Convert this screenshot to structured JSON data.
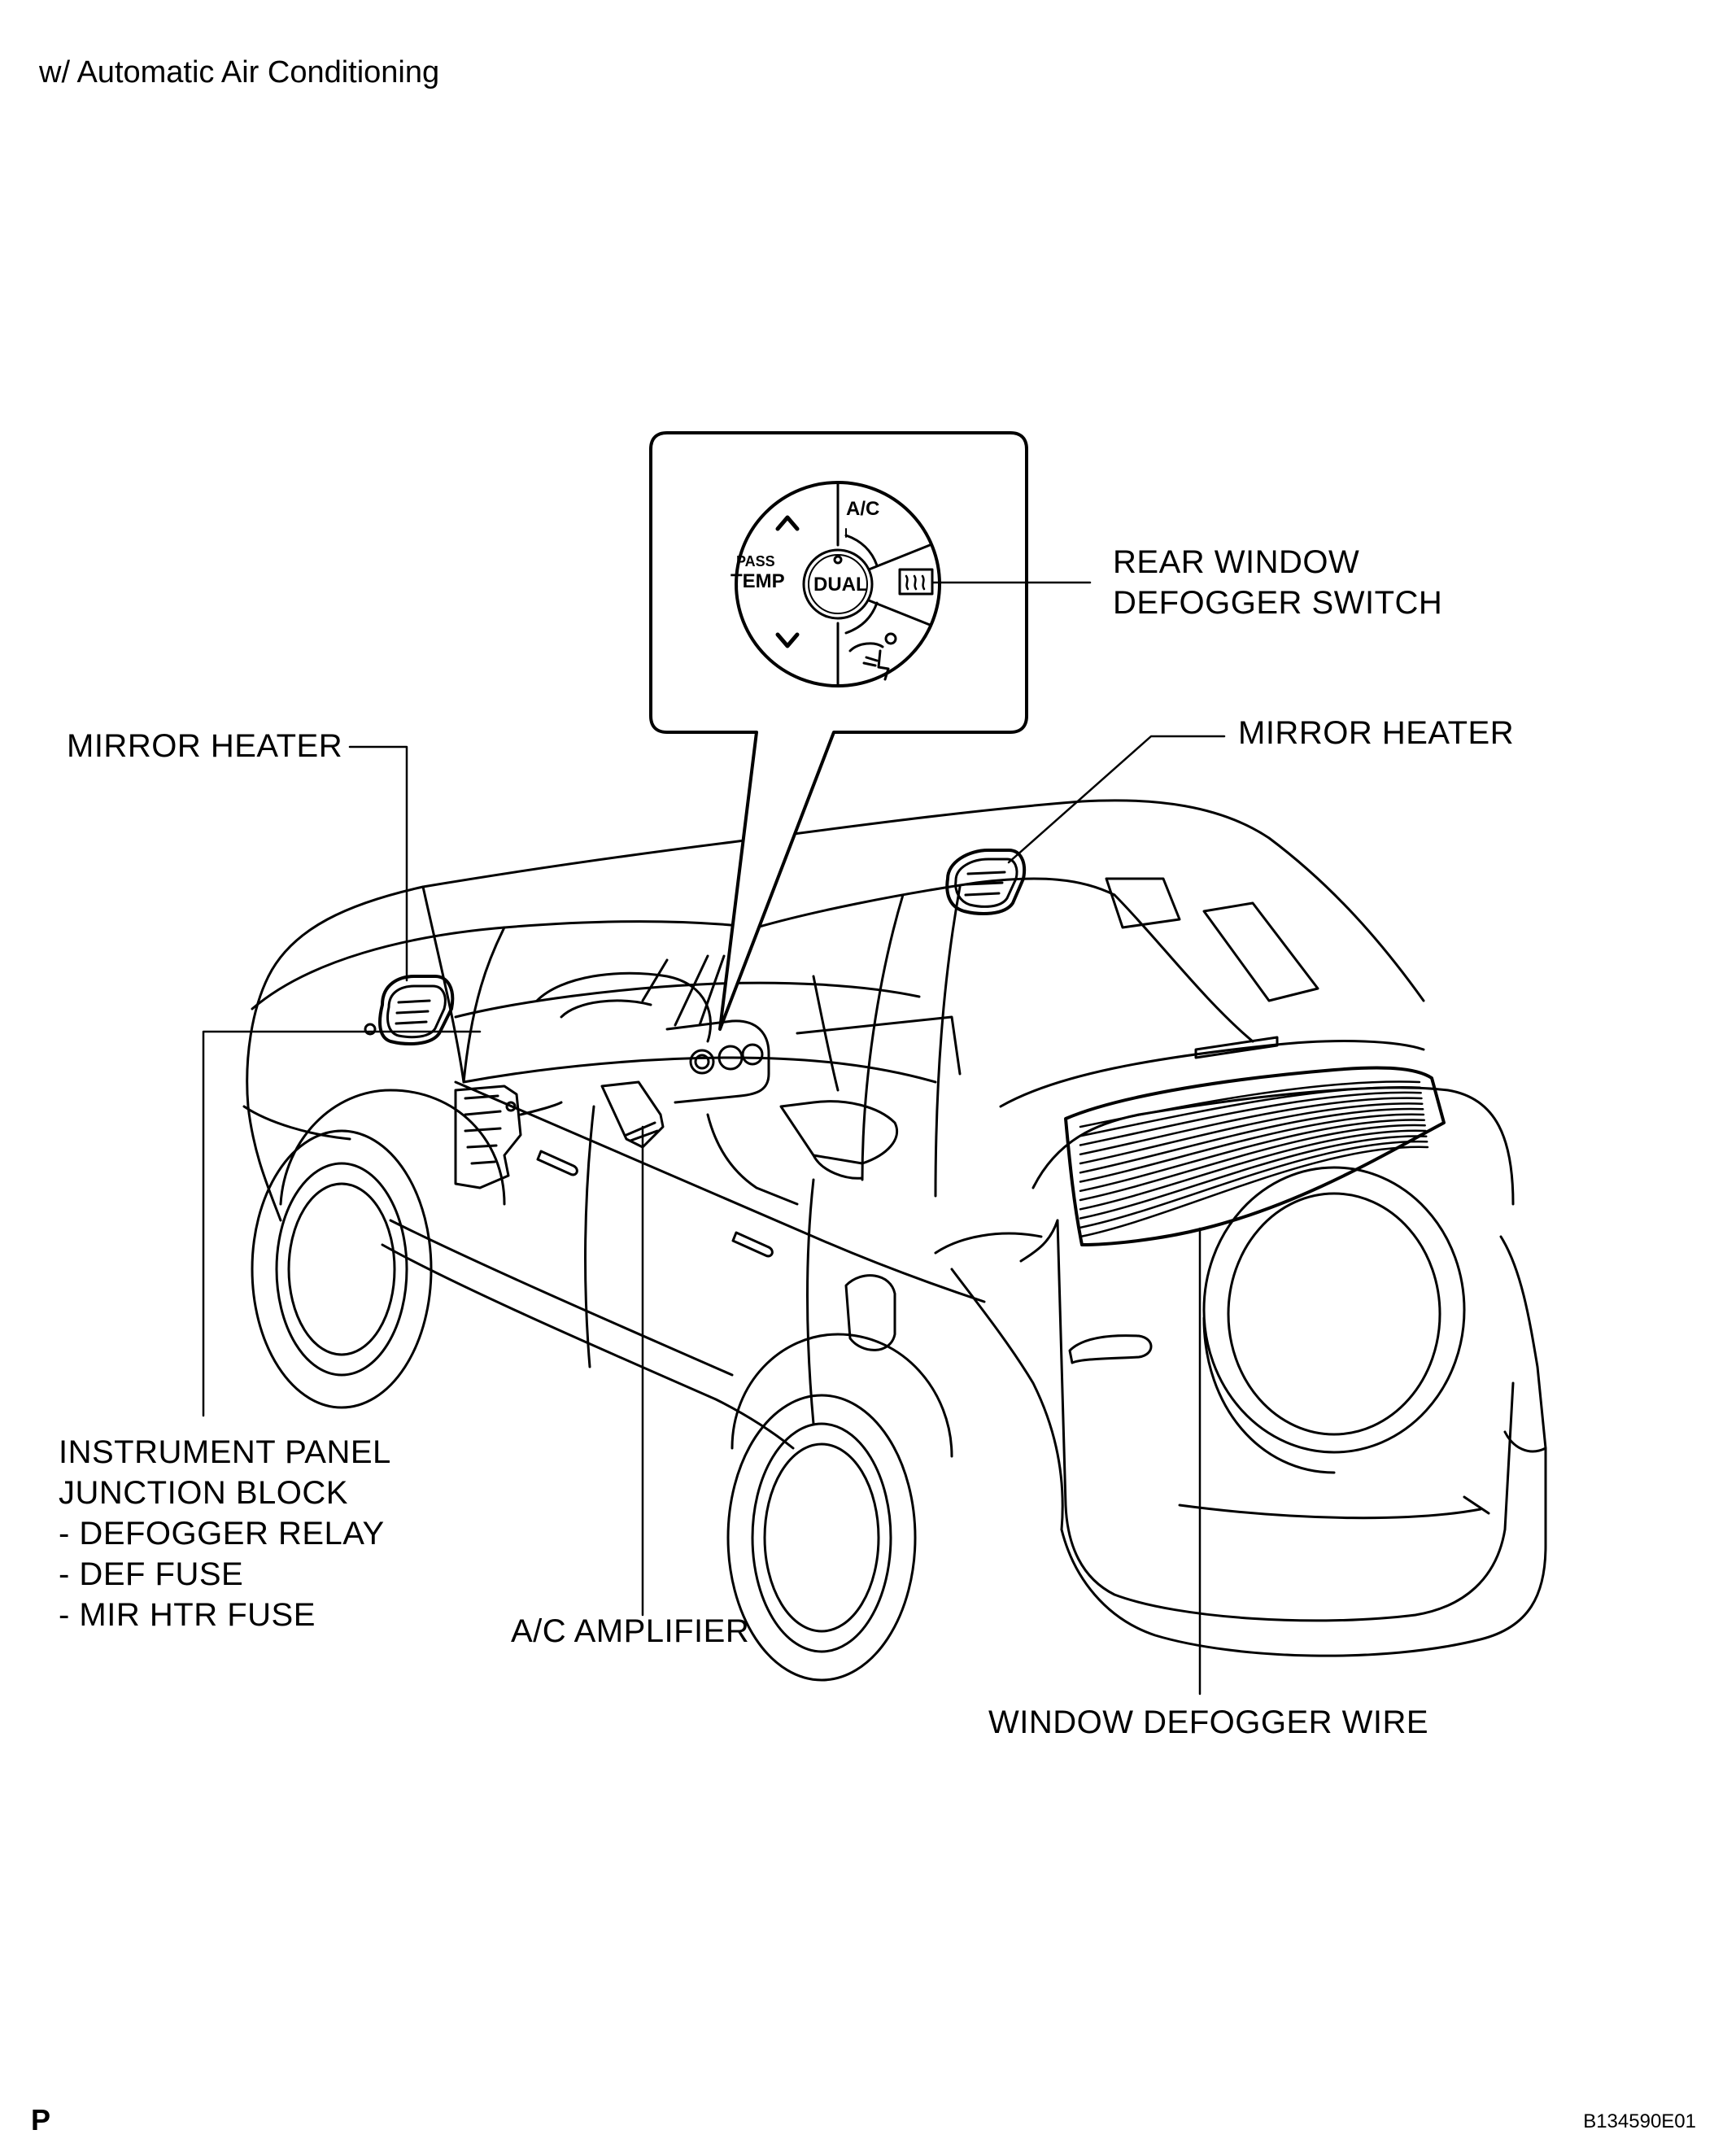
{
  "header": {
    "subtitle": "w/ Automatic Air Conditioning"
  },
  "callouts": {
    "rear_window_defogger_switch": [
      "REAR WINDOW",
      "DEFOGGER SWITCH"
    ],
    "mirror_heater_left": "MIRROR HEATER",
    "mirror_heater_right": "MIRROR HEATER",
    "instrument_panel_junction_block": [
      "INSTRUMENT PANEL",
      "JUNCTION BLOCK",
      "- DEFOGGER RELAY",
      "- DEF FUSE",
      "- MIR HTR FUSE"
    ],
    "ac_amplifier": "A/C AMPLIFIER",
    "window_defogger_wire": "WINDOW DEFOGGER WIRE"
  },
  "control_panel": {
    "ac_label": "A/C",
    "pass_label": "PASS",
    "temp_label": "TEMP",
    "dual_label": "DUAL",
    "up_arrow": "^",
    "down_arrow": "v",
    "icons": [
      "rear-defogger-icon",
      "air-recirculation-person-icon",
      "up-arrow-icon",
      "down-arrow-icon"
    ]
  },
  "footer": {
    "section_code": "P",
    "figure_id": "B134590E01"
  }
}
